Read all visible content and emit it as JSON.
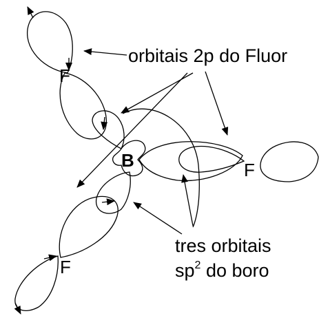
{
  "atoms": {
    "boron": "B",
    "fluorine_top": "F",
    "fluorine_right": "F",
    "fluorine_bottom": "F"
  },
  "labels": {
    "fluorine_orbitals": "orbitais 2p do Fluor",
    "boron_orbitals_line1": "tres orbitais",
    "boron_orbitals_line2_prefix": "sp",
    "boron_orbitals_superscript": "2",
    "boron_orbitals_line2_suffix": " do boro"
  },
  "colors": {
    "stroke": "#000000",
    "text": "#000000",
    "background": "#ffffff"
  }
}
